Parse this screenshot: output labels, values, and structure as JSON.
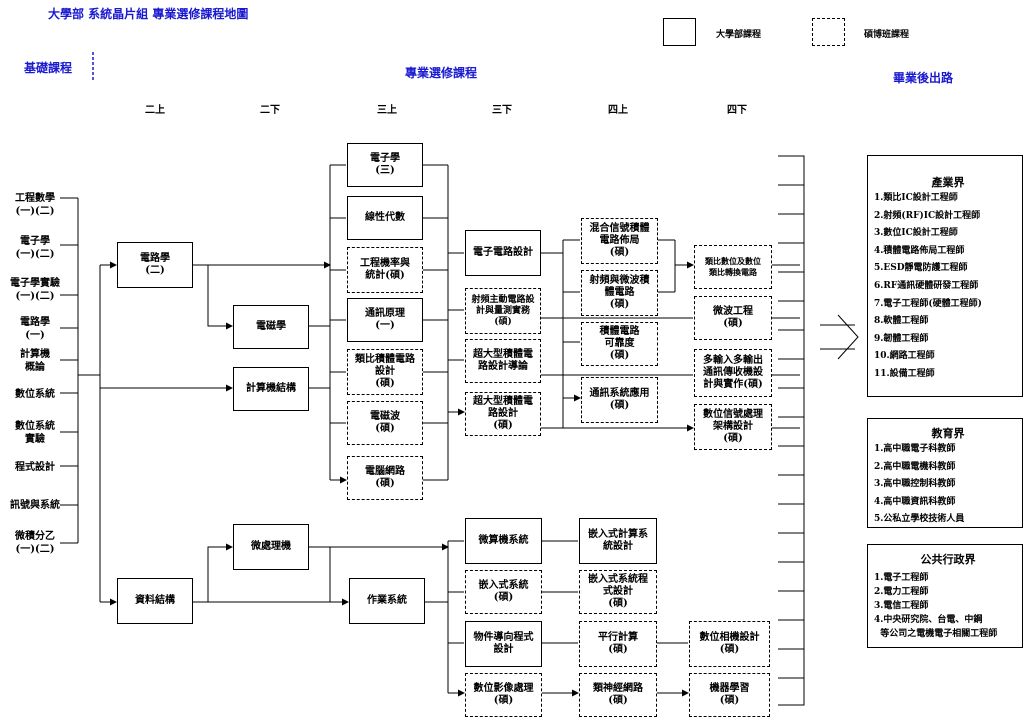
{
  "title": "大學部 系統晶片組 專業選修課程地圖",
  "legend": {
    "undergrad": "大學部課程",
    "grad": "碩博班課程"
  },
  "headers": {
    "basic": "基礎課程",
    "elective": "專業選修課程",
    "career": "畢業後出路"
  },
  "semesters": [
    "二上",
    "二下",
    "三上",
    "三下",
    "四上",
    "四下"
  ],
  "basic_courses": [
    "工程數學\n(一)(二)",
    "電子學\n(一)(二)",
    "電子學實驗\n(一)(二)",
    "電路學\n(一)",
    "計算機\n概論",
    "數位系統",
    "數位系統\n實驗",
    "程式設計",
    "訊號與系統",
    "微積分乙\n(一)(二)"
  ],
  "courses": {
    "circuit2": "電路學\n(二)",
    "datastruct": "資料結構",
    "em": "電磁學",
    "comp_struct": "計算機結構",
    "micro": "微處理機",
    "elec3": "電子學\n(三)",
    "linalg": "線性代數",
    "prob": "工程機率與\n統計(碩)",
    "comm": "通訊原理\n(一)",
    "analog_ic": "類比積體電路\n設計\n(碩)",
    "emwave": "電磁波\n(碩)",
    "network": "電腦網路\n(碩)",
    "os": "作業系統",
    "ecd": "電子電路設計",
    "rf_active": "射頻主動電路設\n計與量測實務\n(碩)",
    "vlsi_test": "超大型積體電\n路設計導論",
    "vlsi_design": "超大型積體電\n路設計\n(碩)",
    "mcs": "微算機系統",
    "embedded": "嵌入式系統\n(碩)",
    "oop": "物件導向程式\n設計",
    "dip": "數位影像處理\n(碩)",
    "mixed": "混合信號積體\n電路佈局\n(碩)",
    "rf_micro": "射頻與微波積\n體電路\n(碩)",
    "ic_rel": "積體電路\n可靠度\n(碩)",
    "comm_app": "通訊系統應用\n(碩)",
    "emb_comp": "嵌入式計算系\n統設計",
    "emb_prog": "嵌入式系統程\n式設計\n(碩)",
    "parallel": "平行計算\n(碩)",
    "nn": "類神經網路\n(碩)",
    "adc": "類比數位及數位\n類比轉換電路",
    "mw_eng": "微波工程\n(碩)",
    "mimo": "多輸入多輸出\n通訊傳收機設\n計與實作(碩)",
    "dsp_arch": "數位信號處理\n架構設計\n(碩)",
    "camera": "數位相機設計\n(碩)",
    "ml": "機器學習\n(碩)"
  },
  "careers": [
    {
      "title": "產業界",
      "items": [
        "1.類比IC設計工程師",
        "2.射頻(RF)IC設計工程師",
        "3.數位IC設計工程師",
        "4.積體電路佈局工程師",
        "5.ESD靜電防護工程師",
        "6.RF通訊硬體研發工程師",
        "7.電子工程師(硬體工程師)",
        "8.軟體工程師",
        "9.韌體工程師",
        "10.網路工程師",
        "11.設備工程師"
      ]
    },
    {
      "title": "教育界",
      "items": [
        "1.高中職電子科教師",
        "2.高中職電機科教師",
        "3.高中職控制科教師",
        "4.高中職資訊科教師",
        "5.公私立學校技術人員"
      ]
    },
    {
      "title": "公共行政界",
      "items": [
        "1.電子工程師",
        "2.電力工程師",
        "3.電信工程師",
        "4.中央研究院、台電、中鋼",
        "  等公司之電機電子相關工程師"
      ]
    }
  ]
}
